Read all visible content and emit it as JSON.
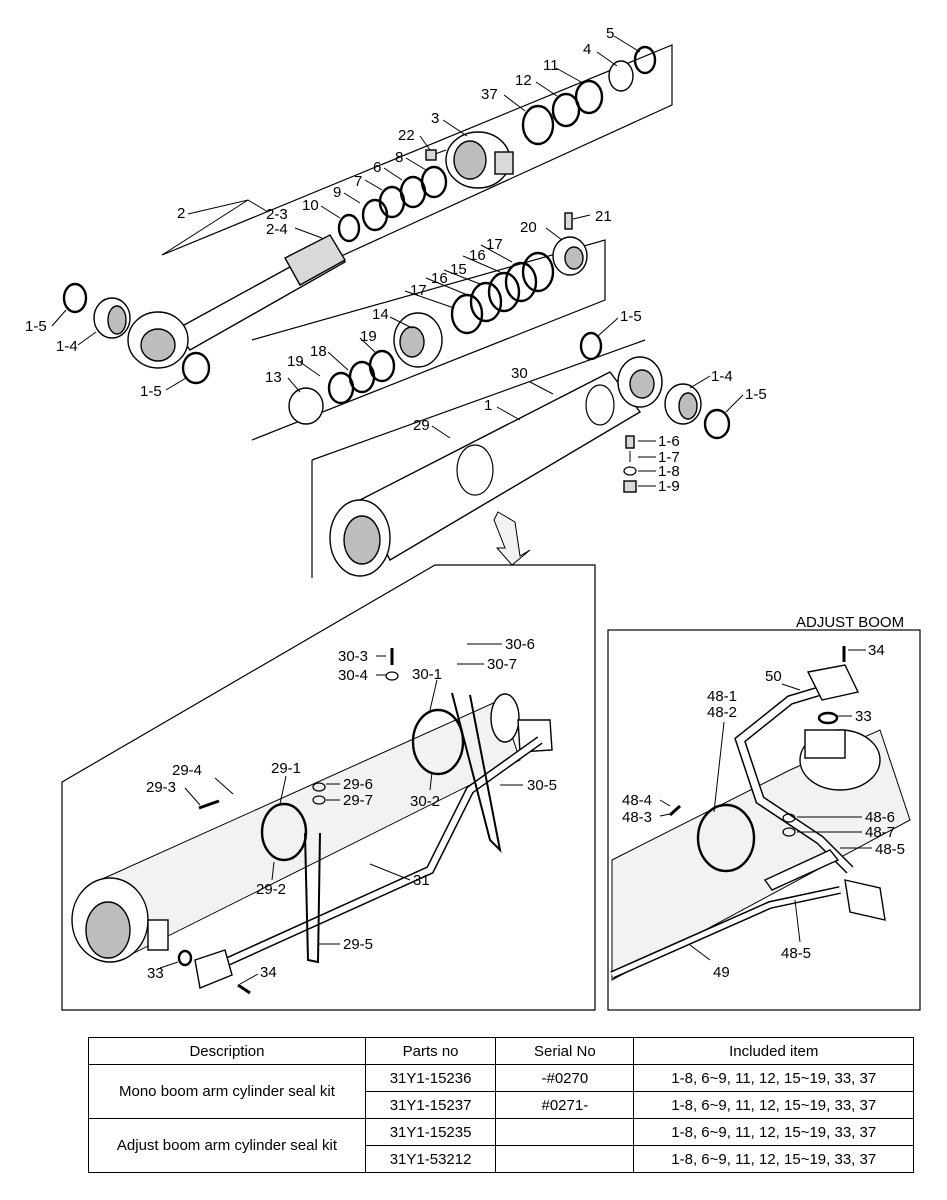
{
  "inset_title": "ADJUST BOOM",
  "labels": {
    "main": [
      "5",
      "4",
      "11",
      "12",
      "37",
      "3",
      "22",
      "8",
      "6",
      "7",
      "9",
      "10",
      "2",
      "2-3",
      "2-4",
      "21",
      "20",
      "17",
      "16",
      "15",
      "16",
      "17",
      "14",
      "19",
      "18",
      "19",
      "13",
      "1-5",
      "1-4",
      "1-5",
      "1-5",
      "1-4",
      "1-5",
      "30",
      "1",
      "29",
      "1-6",
      "1-7",
      "1-8",
      "1-9"
    ],
    "detail_left": [
      "30-6",
      "30-3",
      "30-7",
      "30-4",
      "30-1",
      "29-4",
      "29-1",
      "29-6",
      "29-3",
      "29-7",
      "30-5",
      "30-2",
      "31",
      "29-2",
      "29-5",
      "33",
      "34"
    ],
    "detail_right": [
      "34",
      "50",
      "48-1",
      "48-2",
      "33",
      "48-4",
      "48-6",
      "48-3",
      "48-7",
      "48-5",
      "48-5",
      "49"
    ]
  },
  "table": {
    "headers": [
      "Description",
      "Parts no",
      "Serial No",
      "Included item"
    ],
    "groups": [
      {
        "description": "Mono boom arm cylinder seal kit",
        "rows": [
          {
            "parts_no": "31Y1-15236",
            "serial_no": "-#0270",
            "included": "1-8, 6~9, 11, 12, 15~19, 33, 37"
          },
          {
            "parts_no": "31Y1-15237",
            "serial_no": "#0271-",
            "included": "1-8, 6~9, 11, 12, 15~19, 33, 37"
          }
        ]
      },
      {
        "description": "Adjust boom arm cylinder seal kit",
        "rows": [
          {
            "parts_no": "31Y1-15235",
            "serial_no": "",
            "included": "1-8, 6~9, 11, 12, 15~19, 33, 37"
          },
          {
            "parts_no": "31Y1-53212",
            "serial_no": "",
            "included": "1-8, 6~9, 11, 12, 15~19, 33, 37"
          }
        ]
      }
    ]
  }
}
